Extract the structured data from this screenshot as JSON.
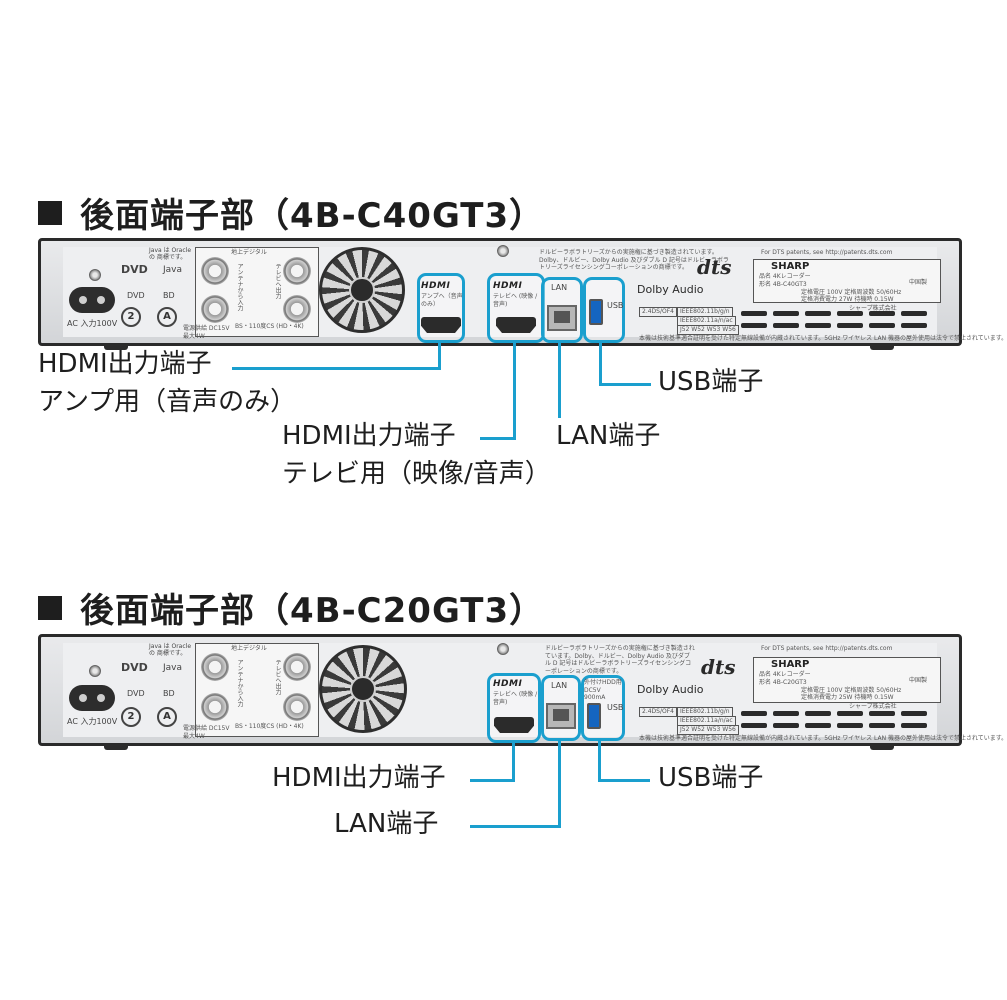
{
  "sections": [
    {
      "title": "後面端子部（4B-C40GT3）",
      "panel": {
        "java_note": "Java は Oracle の 商標です。",
        "dvd_label": "DVD",
        "bd_label": "BD",
        "java_label": "Java",
        "ac_label": "AC 入力100V",
        "terrestrial_label": "地上デジタル",
        "antenna_label": "アンテナから入力",
        "tv_label": "テレビへ出力",
        "bs_label": "BS・110度CS (HD・4K)",
        "power_label": "電源供給 DC15V 最大4W",
        "hdmi_amp_small": "アンプへ（音声のみ）",
        "hdmi_tv_small": "テレビへ (映像 / 音声)",
        "lan_label": "LAN",
        "usb_label": "USB",
        "dolby_note": "ドルビーラボラトリーズからの実施権に基づき製造されています。Dolby、ドルビー、Dolby Audio 及びダブル D 記号はドルビーラボラトリーズライセンシングコーポレーションの商標です。",
        "dts_patent": "For DTS patents, see http://patents.dts.com",
        "dts_label": "dts",
        "dolby_label": "Dolby Audio",
        "brand": "SHARP",
        "spec_name": "品名 4Kレコーダー",
        "spec_model": "形名 4B-C40GT3",
        "spec_voltage": "定格電圧 100V 定格周波数 50/60Hz",
        "spec_power": "定格消費電力 27W 待機時 0.15W",
        "maker": "シャープ株式会社",
        "origin": "中国製",
        "wifi_band": "2.4DS/OF4",
        "ieee1": "IEEE802.11b/g/n",
        "ieee2": "IEEE802.11a/n/ac",
        "wifi_channels": "J52 W52 W53 W56",
        "footer_note": "本機は技術基準適合証明を受けた特定無線設備が内蔵されています。5GHz ワイヤレス LAN 機器の屋外使用は法令で禁止されています。"
      },
      "callouts": {
        "hdmi_amp_line1": "HDMI出力端子",
        "hdmi_amp_line2": "アンプ用（音声のみ）",
        "hdmi_tv_line1": "HDMI出力端子",
        "hdmi_tv_line2": "テレビ用（映像/音声）",
        "lan": "LAN端子",
        "usb": "USB端子"
      }
    },
    {
      "title": "後面端子部（4B-C20GT3）",
      "panel": {
        "java_note": "Java は Oracle の 商標です。",
        "dvd_label": "DVD",
        "bd_label": "BD",
        "java_label": "Java",
        "ac_label": "AC 入力100V",
        "terrestrial_label": "地上デジタル",
        "antenna_label": "アンテナから入力",
        "tv_label": "テレビへ出力",
        "bs_label": "BS・110度CS (HD・4K)",
        "power_label": "電源供給 DC15V 最大4W",
        "hdmi_tv_small": "テレビへ (映像 / 音声)",
        "lan_label": "LAN",
        "usb_label": "USB",
        "usb_hdd_label": "外付けHDD用 DC5V 900mA",
        "dolby_note": "ドルビーラボラトリーズからの実施権に基づき製造されています。Dolby、ドルビー、Dolby Audio 及びダブル D 記号はドルビーラボラトリーズライセンシングコーポレーションの商標です。",
        "dts_patent": "For DTS patents, see http://patents.dts.com",
        "dts_label": "dts",
        "dolby_label": "Dolby Audio",
        "brand": "SHARP",
        "spec_name": "品名 4Kレコーダー",
        "spec_model": "形名 4B-C20GT3",
        "spec_voltage": "定格電圧 100V 定格周波数 50/60Hz",
        "spec_power": "定格消費電力 25W 待機時 0.15W",
        "maker": "シャープ株式会社",
        "origin": "中国製",
        "wifi_band": "2.4DS/OF4",
        "ieee1": "IEEE802.11b/g/n",
        "ieee2": "IEEE802.11a/n/ac",
        "wifi_channels": "J52 W52 W53 W56",
        "footer_note": "本機は技術基準適合証明を受けた特定無線設備が内蔵されています。5GHz ワイヤレス LAN 機器の屋外使用は法令で禁止されています。"
      },
      "callouts": {
        "hdmi": "HDMI出力端子",
        "lan": "LAN端子",
        "usb": "USB端子"
      }
    }
  ],
  "colors": {
    "accent_line": "#1a9fce",
    "title_text": "#1e1e1e"
  }
}
